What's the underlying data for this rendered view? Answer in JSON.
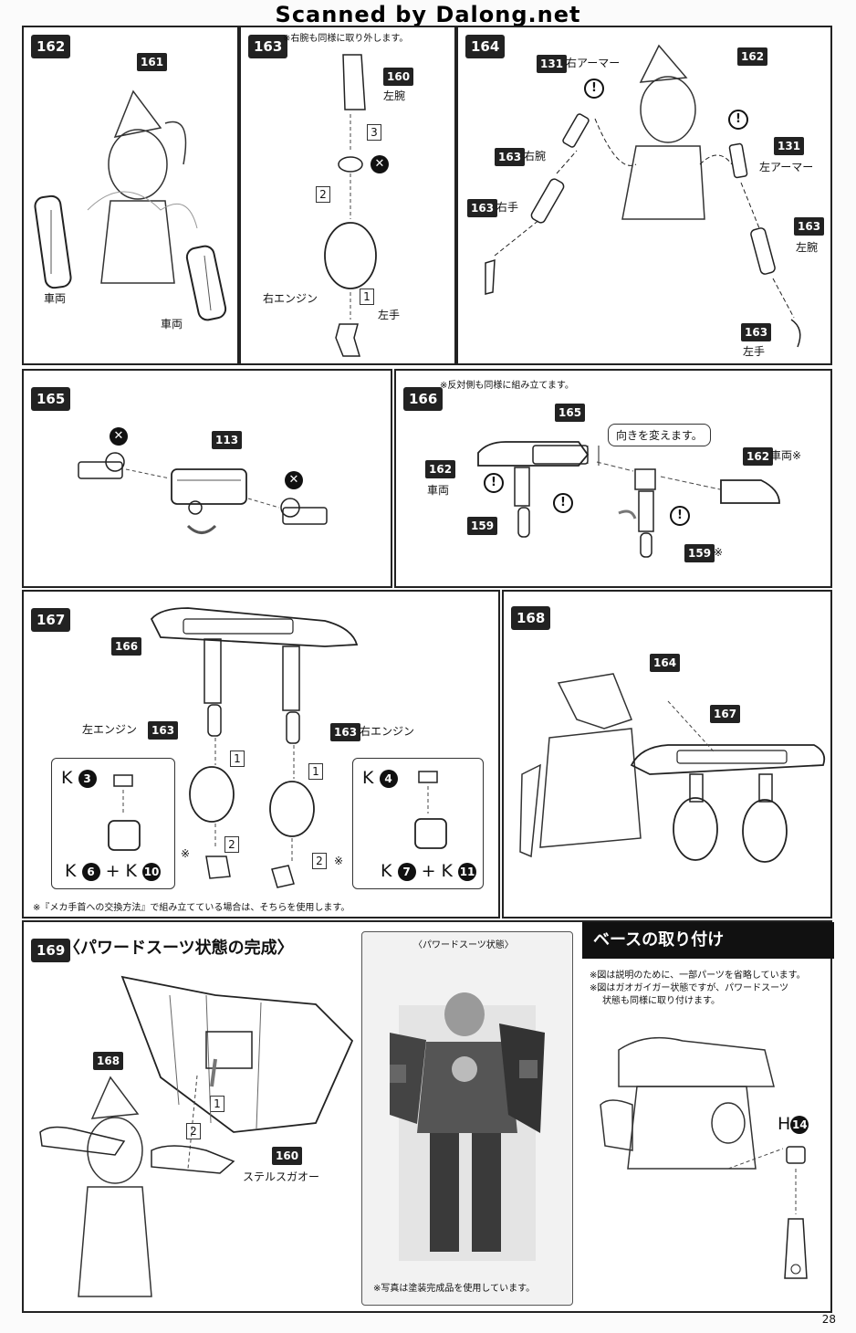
{
  "watermark": "Scanned by Dalong.net",
  "page_number": "28",
  "s162": {
    "step": "162",
    "part": "161",
    "label_left": "車両",
    "label_right": "車両"
  },
  "s163": {
    "step": "163",
    "note": "※右腕も同様に取り外します。",
    "p160": "160",
    "arm": "左腕",
    "s3": "3",
    "s2": "2",
    "s1": "1",
    "engine": "右エンジン",
    "hand": "左手"
  },
  "s164": {
    "step": "164",
    "p131a": "131",
    "r_armor": "右アーマー",
    "p162": "162",
    "p163a": "163",
    "r_arm": "右腕",
    "p163b": "163",
    "r_hand": "右手",
    "p131b": "131",
    "l_armor": "左アーマー",
    "p163c": "163",
    "l_arm": "左腕",
    "p163d": "163",
    "l_hand": "左手"
  },
  "s165": {
    "step": "165",
    "part": "113"
  },
  "s166": {
    "step": "166",
    "note": "※反対側も同様に組み立てます。",
    "p165": "165",
    "callout": "向きを変えます。",
    "p162a": "162",
    "car_a": "車両",
    "p162b": "162",
    "car_b": "車両※",
    "p159a": "159",
    "p159b": "159",
    "mark": "※"
  },
  "s167": {
    "step": "167",
    "p166": "166",
    "l_engine": "左エンジン",
    "p163a": "163",
    "p163b": "163",
    "r_engine": "右エンジン",
    "s1a": "1",
    "s1b": "1",
    "s2a": "2",
    "s2b": "2",
    "mark": "※",
    "kbox_left": {
      "top_k": "K",
      "top_n": "3",
      "bot_k1": "K",
      "bot_n1": "6",
      "plus": "+",
      "bot_k2": "K",
      "bot_n2": "10"
    },
    "kbox_right": {
      "top_k": "K",
      "top_n": "4",
      "bot_k1": "K",
      "bot_n1": "7",
      "plus": "+",
      "bot_k2": "K",
      "bot_n2": "11"
    },
    "footnote": "※『メカ手首への交換方法』で組み立てている場合は、そちらを使用します。"
  },
  "s168": {
    "step": "168",
    "p164": "164",
    "p167": "167"
  },
  "s169": {
    "step": "169",
    "title": "〈パワードスーツ状態の完成〉",
    "p168": "168",
    "p160": "160",
    "stealth": "ステルスガオー",
    "s1": "1",
    "s2": "2"
  },
  "photo": {
    "caption": "〈パワードスーツ状態〉",
    "note": "※写真は塗装完成品を使用しています。"
  },
  "base": {
    "title": "ベースの取り付け",
    "note1": "※図は説明のために、一部パーツを省略しています。",
    "note2": "※図はガオガイガー状態ですが、パワードスーツ",
    "note3": "状態も同様に取り付けます。",
    "h_letter": "H",
    "h_num": "14"
  }
}
